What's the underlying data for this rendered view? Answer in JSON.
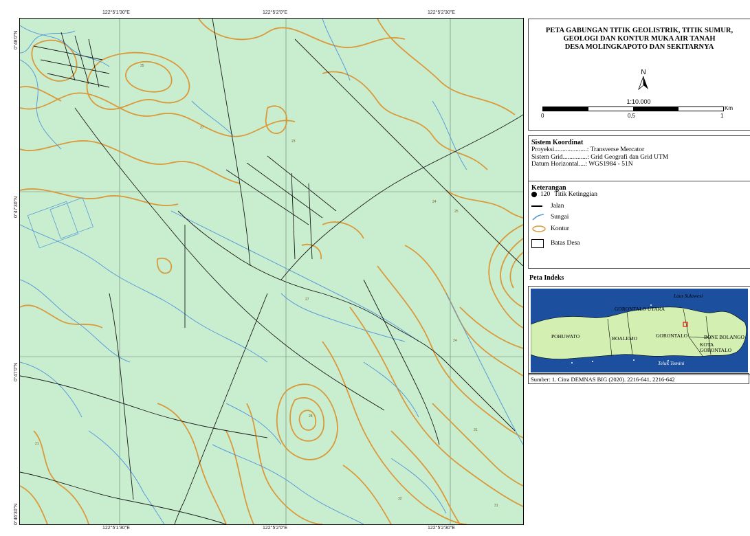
{
  "grid_labels": {
    "top": [
      "122°5'1'30\"E",
      "122°5'2'0\"E",
      "122°5'2'30\"E"
    ],
    "bottom": [
      "122°5'1'30\"E",
      "122°5'2'0\"E",
      "122°5'2'30\"E"
    ],
    "left": [
      "0°48'0\"N",
      "0°47'30\"N",
      "0°47'0\"N",
      "0°46'30\"N"
    ]
  },
  "title_lines": [
    "PETA GABUNGAN TITIK GEOLISTRIK, TITIK SUMUR,",
    "GEOLOGI DAN KONTUR MUKA AIR TANAH",
    "DESA MOLINGKAPOTO DAN SEKITARNYA"
  ],
  "north_label": "N",
  "scale": {
    "label": "1:10.000",
    "ticks": [
      "0",
      "0,5",
      "1"
    ],
    "unit": "Km"
  },
  "coordinate_system": {
    "heading": "Sistem Koordinat",
    "lines": [
      "Proyeksi....................: Transverse Mercator",
      "Sistem Grid...............: Grid Geografi dan Grid UTM",
      "Datum Horizontal....: WGS1984 - 51N"
    ]
  },
  "legend": {
    "heading": "Keterangan",
    "items": [
      {
        "symbol": "filled-circle",
        "value": "120",
        "label": "Titik Ketinggian"
      },
      {
        "symbol": "black-line",
        "label": "Jalan"
      },
      {
        "symbol": "blue-line",
        "label": "Sungai"
      },
      {
        "symbol": "orange-contour",
        "label": "Kontur"
      },
      {
        "symbol": "boundary-box",
        "label": "Batas Desa"
      }
    ]
  },
  "index_map": {
    "heading": "Peta Indeks",
    "labels": [
      "Laut Sulawesi",
      "GORONTALO UTARA",
      "POHUWATO",
      "BOALEMO",
      "GORONTALO",
      "BONE BOLANGO",
      "KOTA GORONTALO",
      "Teluk Tomini"
    ]
  },
  "source_text": "Sumber: 1. Citra DEMNAS BIG (2020). 2216-641, 2216-642",
  "colors": {
    "map_fill": "#c9eecf",
    "contour": "#d9993b",
    "river": "#5a9bd8",
    "road": "#1a1a1a",
    "sea": "#1d4f9f",
    "land": "#d3efb2"
  }
}
